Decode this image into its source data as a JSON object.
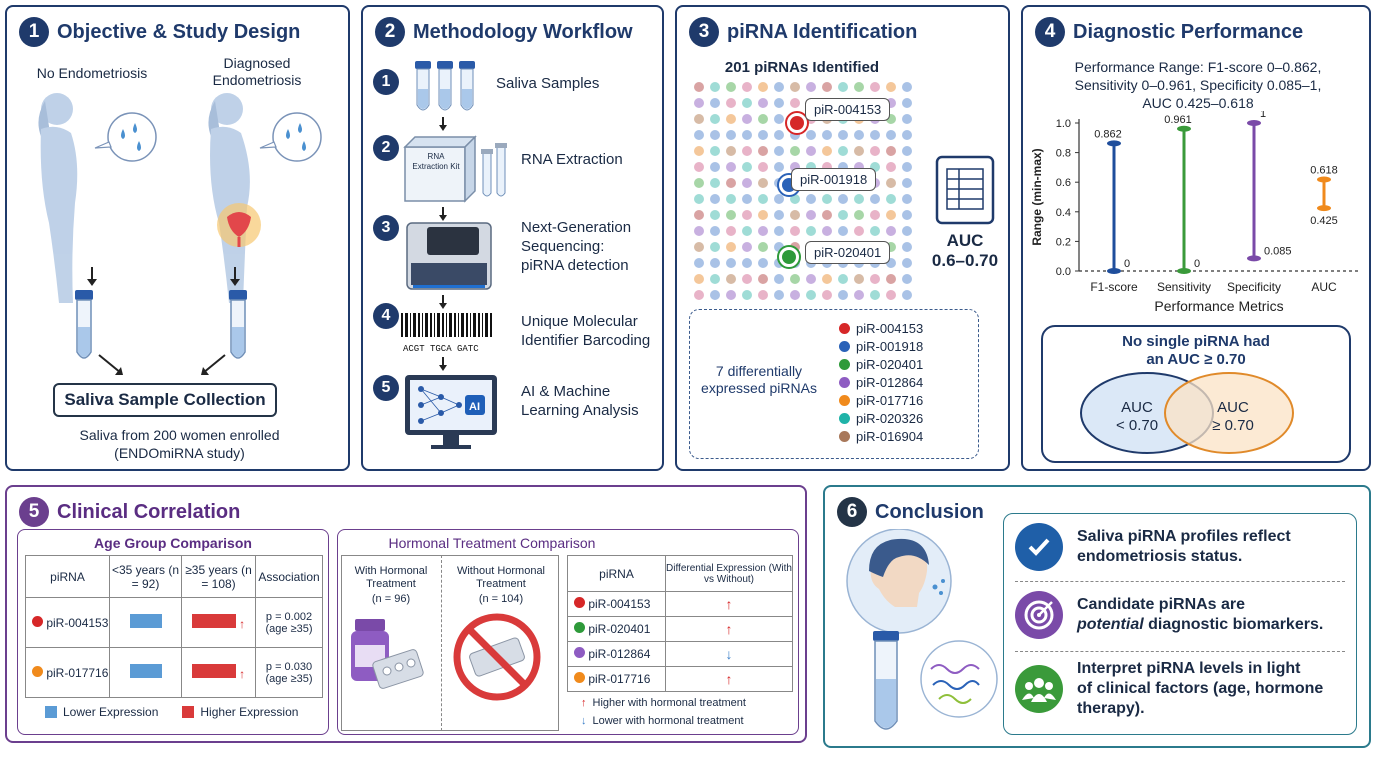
{
  "panel1": {
    "number": "1",
    "title": "Objective & Study Design",
    "group_a": "No Endometriosis",
    "group_b": "Diagnosed Endometriosis",
    "collection_box": "Saliva Sample Collection",
    "caption_line1": "Saliva from 200 women enrolled",
    "caption_line2": "(ENDOmiRNA study)"
  },
  "panel2": {
    "number": "2",
    "title": "Methodology Workflow",
    "kit_label": "RNA Extraction Kit",
    "barcode_text": "ACGT  TGCA  GATC",
    "ai_badge": "AI",
    "steps": [
      {
        "n": "1",
        "label": "Saliva Samples"
      },
      {
        "n": "2",
        "label": "RNA Extraction"
      },
      {
        "n": "3",
        "label": "Next-Generation Sequencing: piRNA detection"
      },
      {
        "n": "4",
        "label": "Unique Molecular Identifier Barcoding"
      },
      {
        "n": "5",
        "label": "AI & Machine Learning Analysis"
      }
    ]
  },
  "panel3": {
    "number": "3",
    "title": "piRNA Identification",
    "grid_title": "201 piRNAs Identified",
    "callouts": [
      "piR-004153",
      "piR-001918",
      "piR-020401"
    ],
    "auc_label": "AUC",
    "auc_range": "0.6–0.70",
    "diff_label": "7 differentially expressed piRNAs",
    "legend": [
      {
        "name": "piR-004153",
        "color": "#d62728"
      },
      {
        "name": "piR-001918",
        "color": "#2a62b8"
      },
      {
        "name": "piR-020401",
        "color": "#2e9a3a"
      },
      {
        "name": "piR-012864",
        "color": "#8e5cc2"
      },
      {
        "name": "piR-017716",
        "color": "#f08a1c"
      },
      {
        "name": "piR-020326",
        "color": "#1fb3a8"
      },
      {
        "name": "piR-016904",
        "color": "#a8785a"
      }
    ]
  },
  "panel4": {
    "number": "4",
    "title": "Diagnostic Performance",
    "summary_line1": "Performance Range: F1-score 0–0.862,",
    "summary_line2": "Sensitivity 0–0.961, Specificity 0.085–1,",
    "summary_line3": "AUC 0.425–0.618",
    "venn_title_line1": "No single piRNA had",
    "venn_title_line2": "an AUC ≥ 0.70",
    "venn_left_line1": "AUC",
    "venn_left_line2": "< 0.70",
    "venn_right_line1": "AUC",
    "venn_right_line2": "≥ 0.70"
  },
  "chart_data": {
    "type": "range",
    "xlabel": "Performance Metrics",
    "ylabel": "Range (min-max)",
    "ylim": [
      0,
      1
    ],
    "yticks": [
      "0.0",
      "0.2",
      "0.4",
      "0.6",
      "0.8",
      "1.0"
    ],
    "grid": false,
    "series": [
      {
        "name": "F1-score",
        "min": 0,
        "max": 0.862,
        "min_label": "0",
        "max_label": "0.862",
        "color": "#1f4e9c"
      },
      {
        "name": "Sensitivity",
        "min": 0,
        "max": 0.961,
        "min_label": "0",
        "max_label": "0.961",
        "color": "#3a9a3a"
      },
      {
        "name": "Specificity",
        "min": 0.085,
        "max": 1,
        "min_label": "0.085",
        "max_label": "1",
        "color": "#7a4aa8"
      },
      {
        "name": "AUC",
        "min": 0.425,
        "max": 0.618,
        "min_label": "0.425",
        "max_label": "0.618",
        "color": "#f08a1c"
      }
    ]
  },
  "panel5": {
    "number": "5",
    "title": "Clinical Correlation",
    "age": {
      "title": "Age Group Comparison",
      "headers": [
        "piRNA",
        "<35 years (n = 92)",
        "≥35 years (n = 108)",
        "Association"
      ],
      "rows": [
        {
          "name": "piR-004153",
          "color": "#d62728",
          "assoc": "p = 0.002 (age ≥35)"
        },
        {
          "name": "piR-017716",
          "color": "#f08a1c",
          "assoc": "p = 0.030 (age ≥35)"
        }
      ],
      "legend_lower": "Lower Expression",
      "legend_higher": "Higher Expression"
    },
    "hormone": {
      "title": "Hormonal Treatment Comparison",
      "with_label": "With Hormonal Treatment",
      "with_n": "(n = 96)",
      "without_label": "Without Hormonal Treatment",
      "without_n": "(n = 104)",
      "headers": [
        "piRNA",
        "Differential Expression (With vs Without)"
      ],
      "rows": [
        {
          "name": "piR-004153",
          "color": "#d62728",
          "dir": "up"
        },
        {
          "name": "piR-020401",
          "color": "#2e9a3a",
          "dir": "up"
        },
        {
          "name": "piR-012864",
          "color": "#8e5cc2",
          "dir": "down"
        },
        {
          "name": "piR-017716",
          "color": "#f08a1c",
          "dir": "up"
        }
      ],
      "legend_up": "Higher with hormonal treatment",
      "legend_down": "Lower with hormonal treatment"
    }
  },
  "panel6": {
    "number": "6",
    "title": "Conclusion",
    "items": [
      {
        "text": "Saliva pIRNA profiles reflect endometriosis status.",
        "line1": "Saliva piRNA profiles reflect",
        "line2": "endometriosis status.",
        "line3": "",
        "color": "#1f5fa8",
        "icon": "check-icon"
      },
      {
        "text": "",
        "line1": "Candidate piRNAs are",
        "line2_em": "potential",
        "line2_rest": " diagnostic biomarkers.",
        "color": "#7a4aa8",
        "icon": "target-icon"
      },
      {
        "text": "",
        "line1": "Interpret piRNA levels in light",
        "line2": "of clinical factors (age, hormone",
        "line3": "therapy).",
        "color": "#3a9a3a",
        "icon": "people-icon"
      }
    ]
  }
}
